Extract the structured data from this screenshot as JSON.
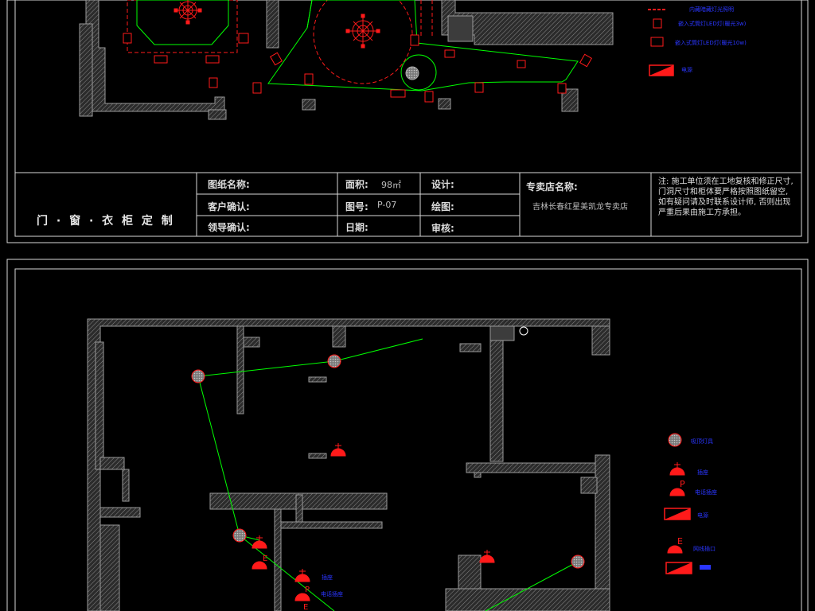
{
  "colors": {
    "background": "#000000",
    "frame": "#d8d8d8",
    "wall": "#9a9a9a",
    "wall_fill": "#3c3c3c",
    "wire": "#00ff00",
    "fixture": "#ff1a1a",
    "legend_text": "#2a36ff",
    "title_text": "#dcdcdc"
  },
  "top_sheet": {
    "legend": [
      {
        "label": "内藏暗藏灯光照明",
        "icon": "dashed-line-icon"
      },
      {
        "label": "嵌入式筒灯LED灯(暖光3w)",
        "icon": "downlight-icon"
      },
      {
        "label": "嵌入式筒灯LED灯(暖光10w)",
        "icon": "downlight-large-icon"
      },
      {
        "label": "电源",
        "icon": "power-box-icon"
      }
    ]
  },
  "title_block": {
    "brand": "门 · 窗 · 衣 柜 定 制",
    "drawing_name_label": "图纸名称:",
    "customer_confirm_label": "客户确认:",
    "leader_confirm_label": "领导确认:",
    "area_label": "面积:",
    "area_value": "98㎡",
    "drawing_no_label": "图号:",
    "drawing_no_value": "P-07",
    "date_label": "日期:",
    "design_label": "设计:",
    "drafting_label": "绘图:",
    "review_label": "审核:",
    "store_label": "专卖店名称:",
    "store_value": "吉林长春红星美凯龙专卖店",
    "note": "注: 施工单位须在工地复核和修正尺寸, 门洞尺寸和柜体要严格按照图纸留空, 如有疑问请及时联系设计师, 否则出现严重后果由施工方承担。"
  },
  "bottom_sheet": {
    "legend": [
      {
        "label": "吸顶灯具",
        "icon": "ceiling-lamp-icon"
      },
      {
        "label": "插座",
        "icon": "socket-icon"
      },
      {
        "label": "电话插座",
        "icon": "phone-socket-icon",
        "letter": "P"
      },
      {
        "label": "电源",
        "icon": "power-box-icon"
      },
      {
        "label": "网线插口",
        "icon": "network-socket-icon",
        "letter": "E"
      }
    ],
    "plan_labels": [
      {
        "label": "插座"
      },
      {
        "label": "电话插座"
      }
    ]
  }
}
